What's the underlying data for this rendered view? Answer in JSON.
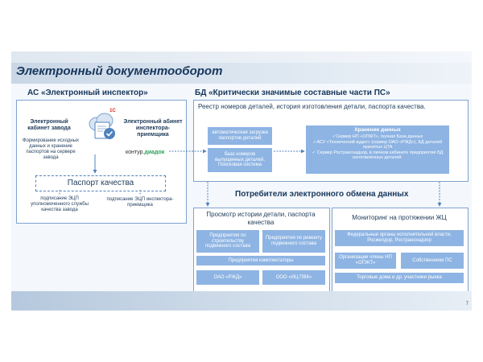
{
  "title": "Электронный документооборот",
  "left": {
    "header": "АС «Электронный инспектор»",
    "col1_title": "Электронный кабинет завода",
    "col1_desc": "Формирование исходных данных и хранение паспортов на сервере завода",
    "col2_title": "Электронный абинет инспектора-приемщика",
    "logo_1c": "1С",
    "logo_kontur_a": "кoнтур.",
    "logo_kontur_b": "диадок",
    "passport": "Паспорт качества",
    "sign1": "подписание ЭЦП уполномоченного службы качества завода",
    "sign2": "подписание ЭЦП инспектора-приемщика"
  },
  "right": {
    "header": "БД «Критически значимые составные части ПС»",
    "registry": "Реестр номеров деталей, история изготовления детали, паспорта качества.",
    "auto_load": "автоматическая загрузка паспортов деталей",
    "db_numbers": "база номеров выпущенных деталей. Поисковая система",
    "storage_title": "Хранение данных",
    "storage_items": [
      "✓Сервер НП «ОПЖТ», полная База данных",
      "✓АСУ «Технический аудит» (сервер ОАО «РЖД»), БД деталей принятых ЦТА",
      "✓ Сервер Ространснадзор, в личном кабинете предприятия БД изготовленных деталей."
    ]
  },
  "consumers": {
    "header": "Потребители электронного обмена данных",
    "history_title": "Просмотр истории детали, паспорта качества",
    "history_blocks": [
      "Предприятия по строительству подвижного состава",
      "Предприятия по ремонту подвижного состава",
      "Предприятия комплектаторы",
      "ОАО «РЖД»",
      "ООО «ИЦ ПВК»"
    ],
    "monitor_title": "Мониторинг на протяжении ЖЦ",
    "monitor_blocks": [
      "Федеральные органы исполнительной власти, Росжелдор, Ространснадзор",
      "Организации члены НП «ОПЖТ»",
      "Собственники ПС",
      "Торговые дома и др. участники рынка"
    ]
  },
  "page_number": "7",
  "colors": {
    "title": "#16365c",
    "block": "#8eb4e3",
    "border": "#4f81bd",
    "logo_red": "#e2231a",
    "kontur_green": "#2e9e5b"
  }
}
